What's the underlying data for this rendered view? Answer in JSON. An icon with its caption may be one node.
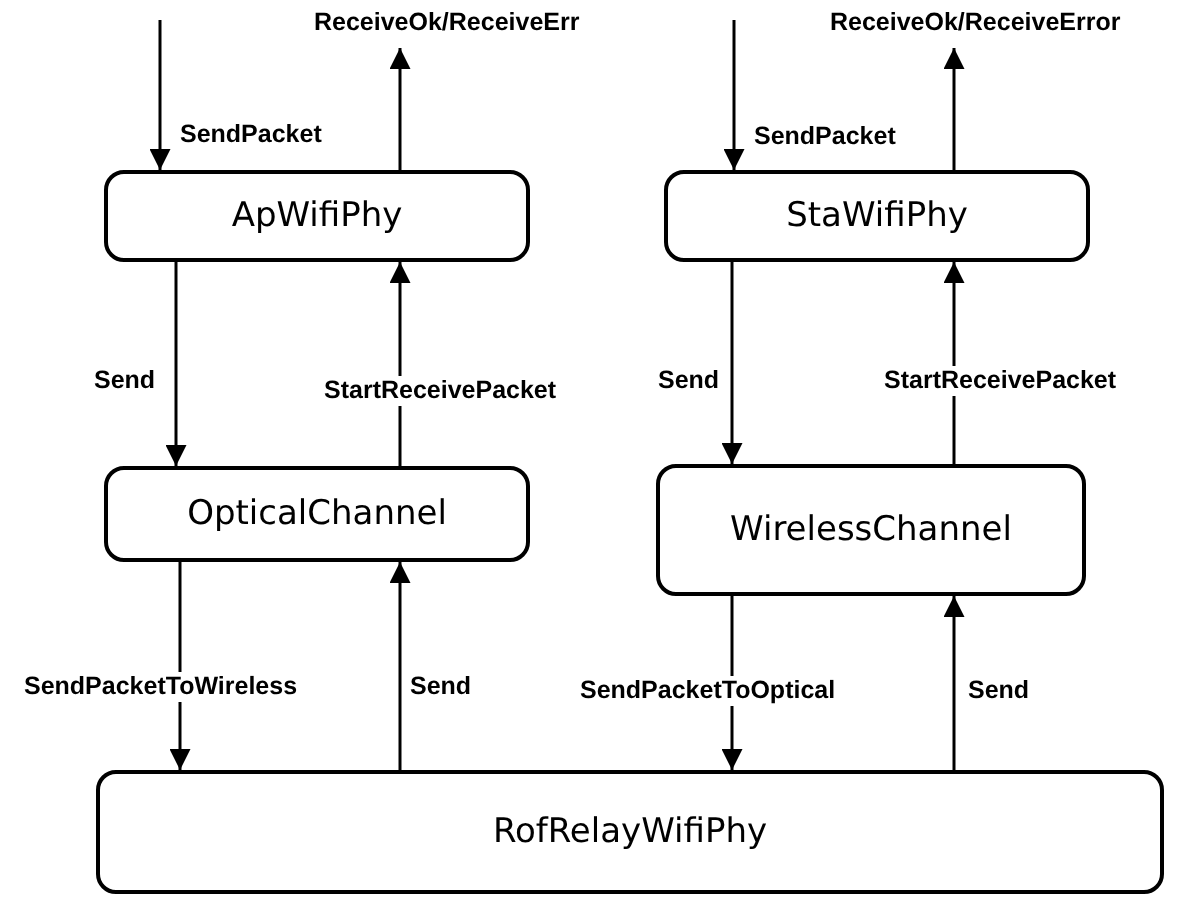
{
  "diagram": {
    "nodes": [
      {
        "text": [
          "ApWifiPhy"
        ]
      },
      {
        "text": [
          "StaWifiPhy"
        ]
      },
      {
        "text": [
          "OpticalChannel"
        ]
      },
      {
        "text": [
          "WirelessChannel"
        ]
      },
      {
        "text": [
          "RofRelayWifiPhy"
        ]
      }
    ],
    "edges": [
      {
        "from": null,
        "to": 0,
        "arrow": "to",
        "label": "SendPacket"
      },
      {
        "from": 0,
        "to": null,
        "arrow": "to",
        "label": "ReceiveOk/ReceiveErr"
      },
      {
        "from": null,
        "to": 1,
        "arrow": "to",
        "label": "SendPacket"
      },
      {
        "from": 1,
        "to": null,
        "arrow": "to",
        "label": "ReceiveOk/ReceiveError"
      },
      {
        "from": 0,
        "to": 2,
        "arrow": "to",
        "label": "Send"
      },
      {
        "from": 2,
        "to": 0,
        "arrow": "to",
        "label": "StartReceivePacket"
      },
      {
        "from": 1,
        "to": 3,
        "arrow": "to",
        "label": "Send"
      },
      {
        "from": 3,
        "to": 1,
        "arrow": "to",
        "label": "StartReceivePacket"
      },
      {
        "from": 2,
        "to": 4,
        "arrow": "to",
        "label": "SendPacketToWireless"
      },
      {
        "from": 4,
        "to": 2,
        "arrow": "to",
        "label": "Send"
      },
      {
        "from": 3,
        "to": 4,
        "arrow": "to",
        "label": "SendPacketToOptical"
      },
      {
        "from": 4,
        "to": 3,
        "arrow": "to",
        "label": "Send"
      }
    ]
  }
}
